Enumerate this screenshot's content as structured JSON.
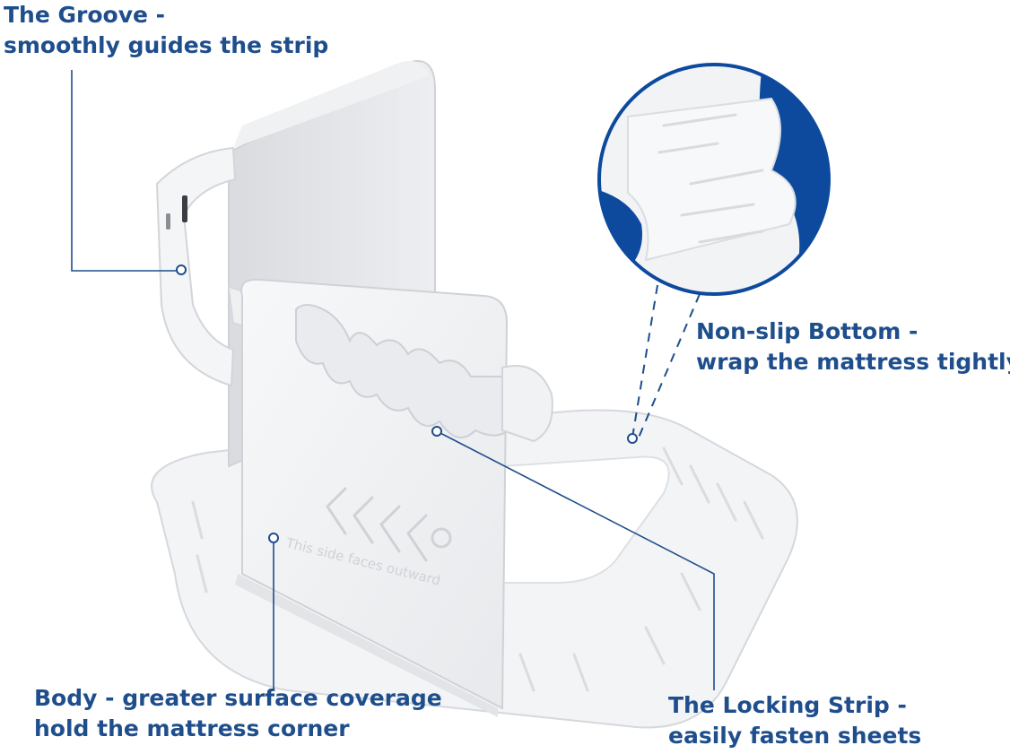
{
  "callouts": {
    "groove": {
      "line1": "The Groove -",
      "line2": "smoothly guides the strip"
    },
    "non_slip": {
      "line1": "Non-slip Bottom -",
      "line2": "wrap the mattress tightly"
    },
    "body": {
      "line1": "Body - greater surface coverage",
      "line2": "hold the mattress corner"
    },
    "locking": {
      "line1": "The Locking Strip -",
      "line2": "easily fasten sheets"
    }
  },
  "product_marking": {
    "text": "This side faces outward"
  },
  "colors": {
    "callout_text": "#1f4e8c",
    "accent": "#0d4a9e",
    "product": "#f2f3f5"
  }
}
